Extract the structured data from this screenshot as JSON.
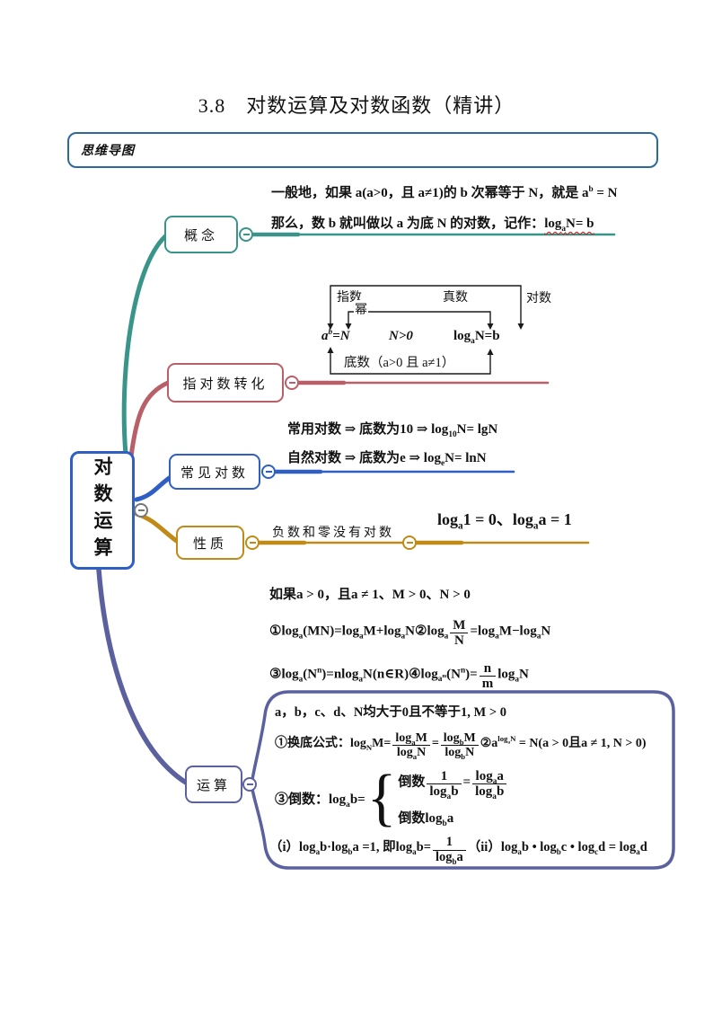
{
  "page": {
    "title": "3.8　对数运算及对数函数（精讲）"
  },
  "section_header": {
    "label": "思维导图"
  },
  "colors": {
    "teal": "#39948a",
    "rose": "#b85f68",
    "blue": "#2f5fc4",
    "gold": "#bf8b16",
    "purple": "#5b609f",
    "header_border": "#2c6a9e",
    "root_border": "#2f5fc4",
    "wavy_underline": "#cc1111",
    "diagram_line": "#1a1a1a"
  },
  "mindmap": {
    "root": {
      "label": "对数运算"
    },
    "concept": {
      "label": "概念",
      "line1": "一般地，如果 a(a>0，且 a≠1)的 b 次幂等于 N，就是 a^b = N",
      "line2_prefix": "那么，数 b 就叫做以 a 为底 N 的对数，记作：",
      "line2_formula": "log_aN= b"
    },
    "conversion": {
      "label": "指对数转化",
      "diagram": {
        "exponent_label": "指数",
        "true_number_label": "真数",
        "logarithm_label": "对数",
        "power_label": "幂",
        "base_label": "底数（a>0 且 a≠1）",
        "formula_exp": "a^b=N",
        "formula_cond": "N>0",
        "formula_log": "log_aN=b"
      }
    },
    "common": {
      "label": "常见对数",
      "line1": "常用对数 ⇒ 底数为10 ⇒ log_{10}N= lgN",
      "line2": "自然对数 ⇒ 底数为e ⇒ log_eN= lnN"
    },
    "property": {
      "label": "性质",
      "note": "负数和零没有对数",
      "formula": "log_a1 = 0、log_aa = 1"
    },
    "operation": {
      "label": "运算",
      "cond": "如果a > 0，且a ≠ 1、M > 0、N > 0",
      "f12": "①log_a(MN)=log_aM+log_aN②log_a[f:M|N]=log_aM−log_aN",
      "f34": "③log_a(N^n)=nlog_aN(n∈R)④log_{a^m}(N^n)=[f:n|m]log_aN",
      "box": {
        "cond": "a，b，c、d、N均大于0且不等于1, M > 0",
        "l1": "①换底公式：log_NM=[f:log_aM|log_aN]=[f:log_bM|log_bN]②a^{log_aN} = N(a > 0且a ≠ 1, N > 0)",
        "l2_label": "③倒数：log_ab=",
        "l2_case1": "倒数[f:1|log_ab]=[f:log_aa|log_ab]",
        "l2_case2": "倒数log_ba",
        "l3": "（i）log_ab·log_ba =1, 即log_ab=[f:1|log_ba]（ii）log_ab • log_bc • log_cd = log_ad"
      }
    }
  }
}
